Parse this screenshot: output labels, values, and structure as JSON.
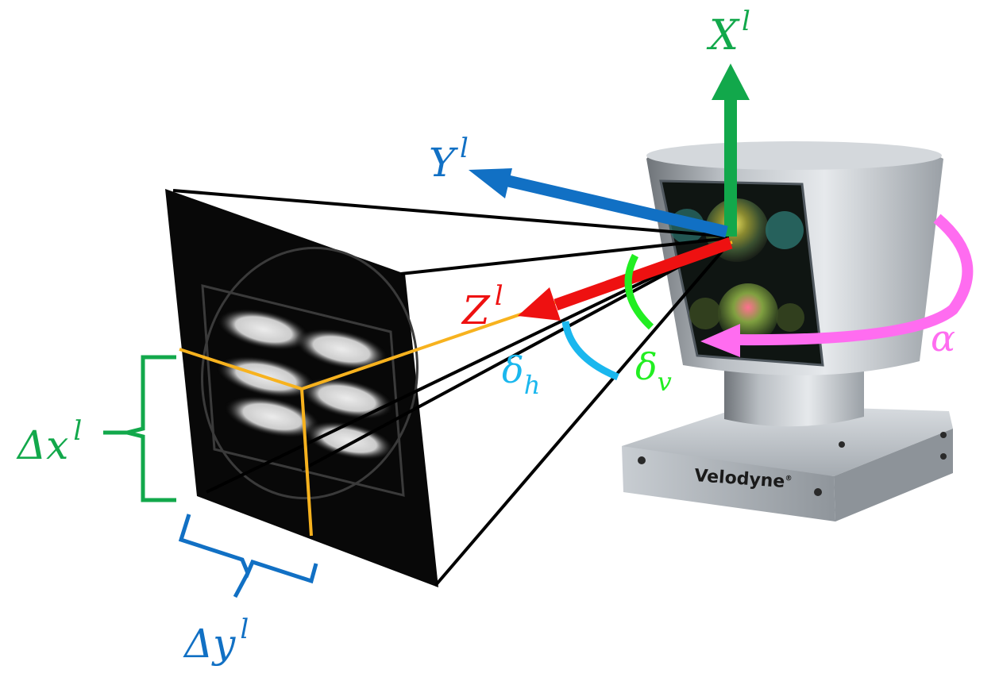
{
  "colors": {
    "x_axis": "#12a84b",
    "y_axis": "#1170c4",
    "z_axis": "#ee1111",
    "delta_x": "#12a84b",
    "delta_y": "#1170c4",
    "delta_h": "#1ab7ee",
    "delta_v": "#22ee22",
    "alpha": "#ff6cf0",
    "projection": "#f7b21e",
    "frustum": "#000000"
  },
  "labels": {
    "x_axis": {
      "base": "X",
      "sup": "l"
    },
    "y_axis": {
      "base": "Y",
      "sup": "l"
    },
    "z_axis": {
      "base": "Z",
      "sup": "l"
    },
    "delta_x": {
      "base": "Δx",
      "sup": "l"
    },
    "delta_y": {
      "base": "Δy",
      "sup": "l"
    },
    "delta_h": {
      "base": "δ",
      "sub": "h"
    },
    "delta_v": {
      "base": "δ",
      "sub": "v"
    },
    "alpha": "α"
  },
  "sensor": {
    "brand": "Velodyne",
    "trademark": "®"
  },
  "icons": [
    "lidar-sensor-icon",
    "image-plane-icon"
  ]
}
